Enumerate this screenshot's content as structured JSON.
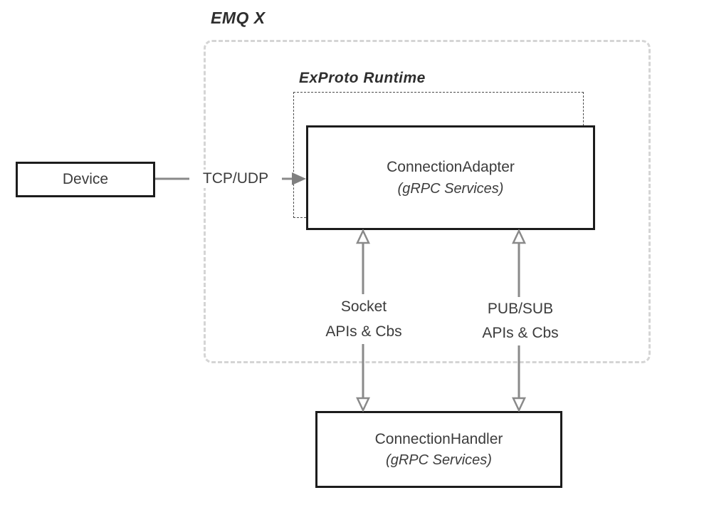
{
  "diagram": {
    "title": "EMQ X",
    "runtime_group": "ExProto Runtime",
    "nodes": {
      "device": {
        "label": "Device"
      },
      "connection_adapter": {
        "title": "ConnectionAdapter",
        "subtitle": "(gRPC Services)"
      },
      "connection_handler": {
        "title": "ConnectionHandler",
        "subtitle": "(gRPC Services)"
      }
    },
    "edges": {
      "tcp_udp": {
        "label": "TCP/UDP"
      },
      "socket": {
        "line1": "Socket",
        "line2": "APIs & Cbs"
      },
      "pubsub": {
        "line1": "PUB/SUB",
        "line2": "APIs & Cbs"
      }
    },
    "colors": {
      "outer_dash_border": "#d5d5d5",
      "inner_dash_border": "#4c4c4c",
      "node_border": "#1c1c1c",
      "arrow": "#8a8a8a",
      "text": "#3c3c3c"
    }
  }
}
